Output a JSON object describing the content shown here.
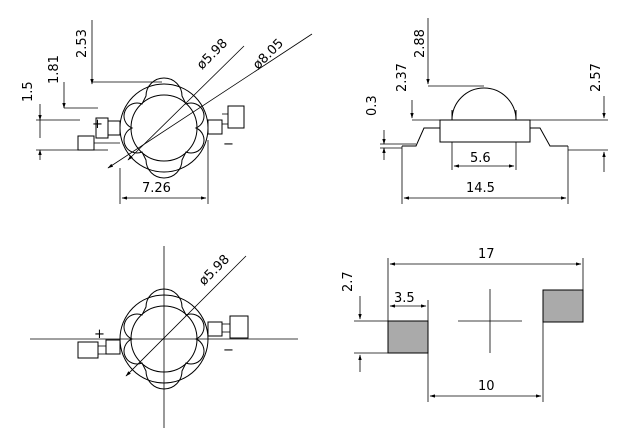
{
  "top_left_view": {
    "dim_253": "2.53",
    "dim_181": "1.81",
    "dim_15": "1.5",
    "dim_d598": "ø5.98",
    "dim_d805": "ø8.05",
    "dim_726": "7.26",
    "plus": "+",
    "minus": "−"
  },
  "side_view": {
    "dim_288": "2.88",
    "dim_237": "2.37",
    "dim_03": "0.3",
    "dim_257": "2.57",
    "dim_56": "5.6",
    "dim_145": "14.5"
  },
  "bottom_left_view": {
    "dim_d598": "ø5.98",
    "plus": "+",
    "minus": "−"
  },
  "footprint_view": {
    "dim_17": "17",
    "dim_27": "2.7",
    "dim_35": "3.5",
    "dim_10": "10",
    "pad_color": "#aaaaaa"
  }
}
